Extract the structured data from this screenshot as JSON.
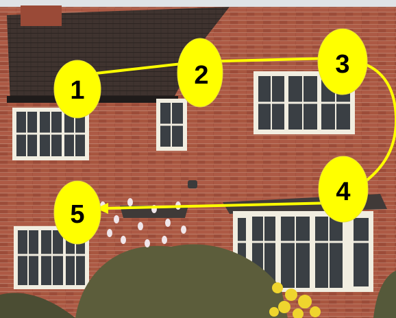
{
  "scene": {
    "subject": "brick-house-facade",
    "colors": {
      "brick": "#a5523f",
      "roof": "#3f332f",
      "window_frame": "#f1ede0",
      "glass": "#3a3f44",
      "sky": "#dfe3e6",
      "hedge": "#5c5d3b",
      "magnolia": "#f0e6ea",
      "forsythia": "#efd52e"
    }
  },
  "annotations": {
    "path_color": "#ffff00",
    "path_stroke": "#f2f23a",
    "markers": [
      {
        "label": "1"
      },
      {
        "label": "2"
      },
      {
        "label": "3"
      },
      {
        "label": "4"
      },
      {
        "label": "5"
      }
    ]
  }
}
